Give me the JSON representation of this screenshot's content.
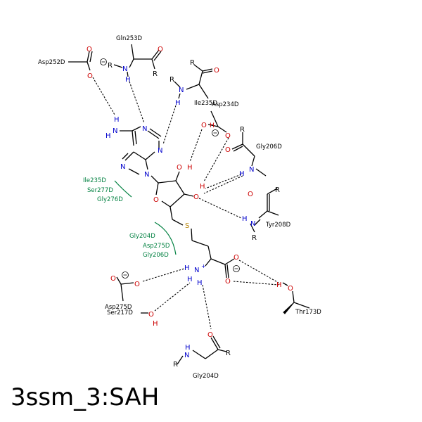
{
  "title": "3ssm_3:SAH",
  "residues": {
    "asp252": "Asp252D",
    "gln253": "Gln253D",
    "ile235_top": "Ile235D",
    "asp234": "Asp234D",
    "gly206": "Gly206D",
    "tyr208": "Tyr208D",
    "asp275": "Asp275D",
    "ser217": "Ser217D",
    "thr173": "Thr173D",
    "gly204": "Gly204D"
  },
  "hydrophobic": {
    "group1": [
      "Ile235D",
      "Ser277D",
      "Gly276D"
    ],
    "group2": [
      "Gly204D",
      "Asp275D",
      "Gly206D"
    ]
  },
  "atoms": {
    "N": "N",
    "O": "O",
    "H": "H",
    "S": "S",
    "R": "R",
    "NH": "N"
  }
}
